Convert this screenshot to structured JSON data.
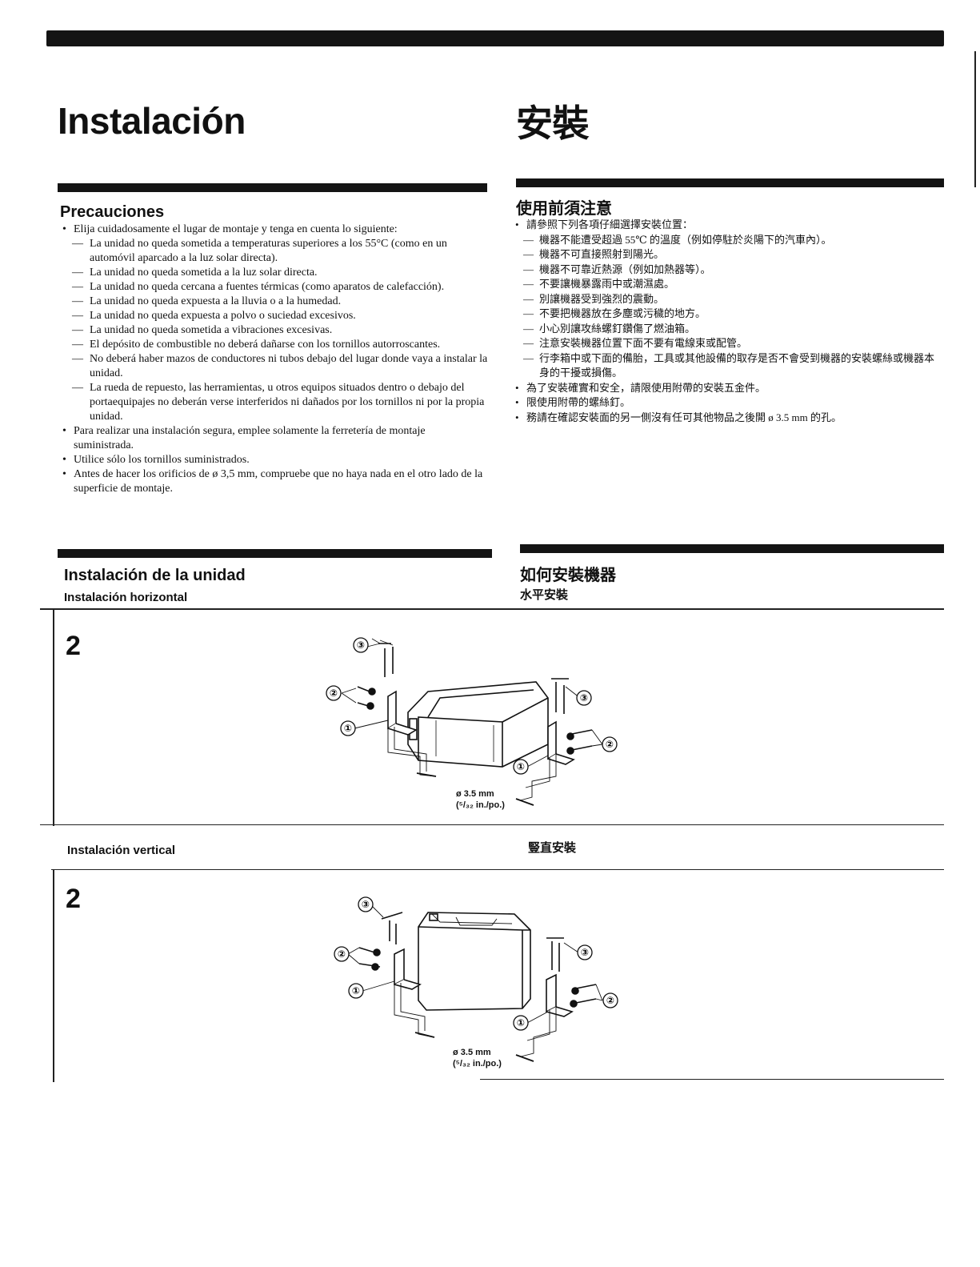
{
  "es": {
    "title": "Instalación",
    "precautions": {
      "heading": "Precauciones",
      "items": [
        {
          "type": "bullet",
          "text": "Elija cuidadosamente el lugar de montaje y tenga en cuenta lo siguiente:"
        },
        {
          "type": "dash",
          "text": "La unidad no queda sometida a temperaturas superiores a los 55°C (como en un automóvil aparcado a la luz solar directa)."
        },
        {
          "type": "dash",
          "text": "La unidad no queda sometida a la luz solar directa."
        },
        {
          "type": "dash",
          "text": "La unidad no queda cercana a fuentes térmicas (como aparatos de calefacción)."
        },
        {
          "type": "dash",
          "text": "La unidad no queda expuesta a la lluvia o a la humedad."
        },
        {
          "type": "dash",
          "text": "La unidad no queda expuesta a polvo o suciedad excesivos."
        },
        {
          "type": "dash",
          "text": "La unidad no queda sometida a vibraciones excesivas."
        },
        {
          "type": "dash",
          "text": "El depósito de combustible no deberá dañarse con los tornillos autorroscantes."
        },
        {
          "type": "dash",
          "text": "No deberá haber mazos de conductores ni tubos debajo del lugar donde vaya a instalar la unidad."
        },
        {
          "type": "dash",
          "text": "La rueda de repuesto, las herramientas, u otros equipos situados dentro o debajo del portaequipajes no deberán verse interferidos ni dañados por los tornillos ni por la propia unidad."
        },
        {
          "type": "bullet",
          "text": "Para realizar una instalación segura, emplee solamente la ferretería de montaje suministrada."
        },
        {
          "type": "bullet",
          "text": "Utilice sólo los tornillos suministrados."
        },
        {
          "type": "bullet",
          "text": "Antes de hacer los orificios de ø 3,5 mm, compruebe que no haya nada en el otro lado de la superficie de montaje."
        }
      ]
    },
    "install_heading": "Instalación de la unidad",
    "horizontal": "Instalación horizontal",
    "vertical": "Instalación vertical"
  },
  "zh": {
    "title": "安裝",
    "precautions": {
      "heading": "使用前須注意",
      "items": [
        {
          "type": "bullet",
          "text": "請參照下列各項仔細選擇安裝位置："
        },
        {
          "type": "dash",
          "text": "機器不能遭受超過 55℃ 的溫度（例如停駐於炎陽下的汽車內）。"
        },
        {
          "type": "dash",
          "text": "機器不可直接照射到陽光。"
        },
        {
          "type": "dash",
          "text": "機器不可靠近熱源（例如加熱器等）。"
        },
        {
          "type": "dash",
          "text": "不要讓機暴露雨中或潮濕處。"
        },
        {
          "type": "dash",
          "text": "別讓機器受到強烈的震動。"
        },
        {
          "type": "dash",
          "text": "不要把機器放在多塵或污穢的地方。"
        },
        {
          "type": "dash",
          "text": "小心別讓攻絲螺釘鑽傷了燃油箱。"
        },
        {
          "type": "dash",
          "text": "注意安裝機器位置下面不要有電線束或配管。"
        },
        {
          "type": "dash",
          "text": "行李箱中或下面的備胎，工具或其他設備的取存是否不會受到機器的安裝螺絲或機器本身的干擾或損傷。"
        },
        {
          "type": "bullet",
          "text": "為了安裝確實和安全，請限使用附帶的安裝五金件。"
        },
        {
          "type": "bullet",
          "text": "限使用附帶的螺絲釘。"
        },
        {
          "type": "bullet",
          "text": "務請在確認安裝面的另一側沒有任可其他物品之後開 ø 3.5 mm 的孔。"
        }
      ]
    },
    "install_heading": "如何安裝機器",
    "horizontal": "水平安裝",
    "vertical": "豎直安裝"
  },
  "figures": {
    "horizontal": {
      "step": "2",
      "callouts": [
        "③",
        "②",
        "①",
        "③",
        "②",
        "①"
      ],
      "hole_size": "ø 3.5 mm",
      "hole_size_imperial": "(⁵/₃₂ in./po.)"
    },
    "vertical": {
      "step": "2",
      "callouts": [
        "③",
        "②",
        "①",
        "③",
        "②",
        "①"
      ],
      "hole_size": "ø 3.5 mm",
      "hole_size_imperial": "(⁵/₃₂ in./po.)"
    }
  }
}
